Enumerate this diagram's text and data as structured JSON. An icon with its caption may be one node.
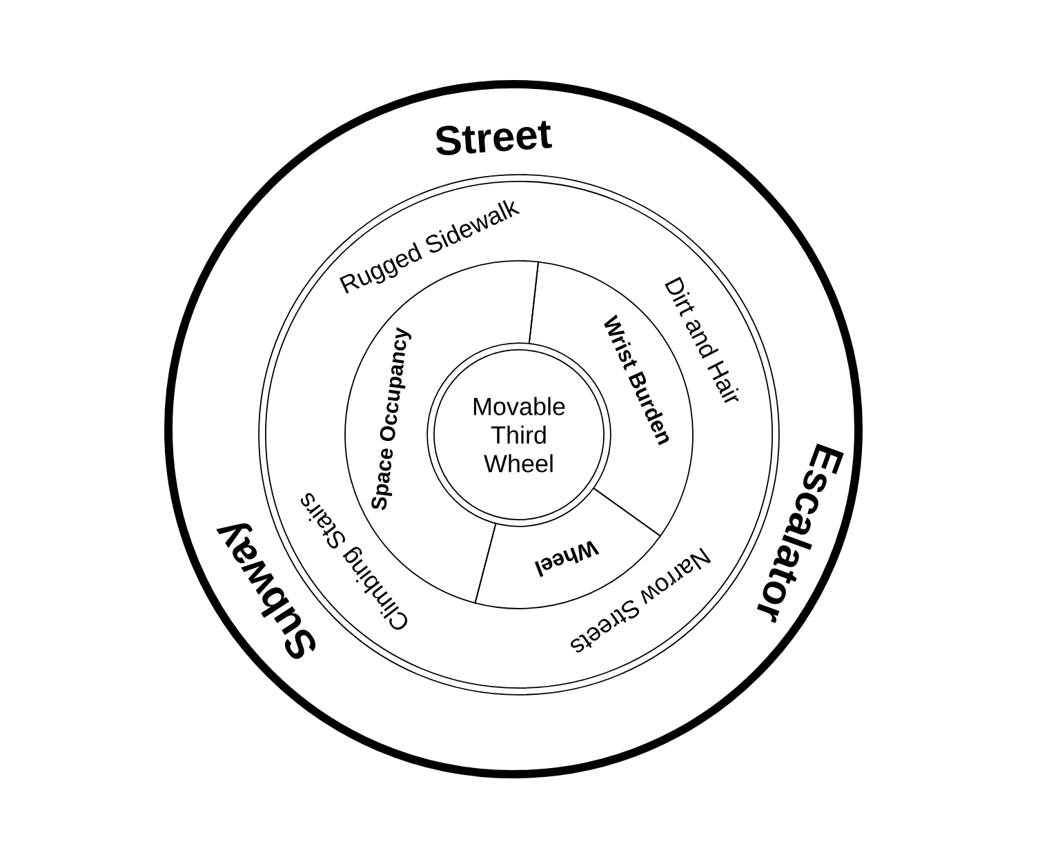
{
  "diagram": {
    "nodes": [
      {
        "text": [
          "Street",
          "Escalator",
          "Subway"
        ]
      },
      {
        "text": [
          "Rugged Sidewalk",
          "Dirt and Hair",
          "Narrow Streets",
          "Climbing Stairs"
        ],
        "in": 0
      },
      {
        "text": [
          "Space Occupancy"
        ],
        "in": 1
      },
      {
        "text": [
          "Wrist Burden"
        ],
        "in": 1
      },
      {
        "text": [
          "Wheel"
        ],
        "in": 1
      },
      {
        "text": [
          "Movable Third Wheel"
        ],
        "in": 1
      }
    ]
  }
}
